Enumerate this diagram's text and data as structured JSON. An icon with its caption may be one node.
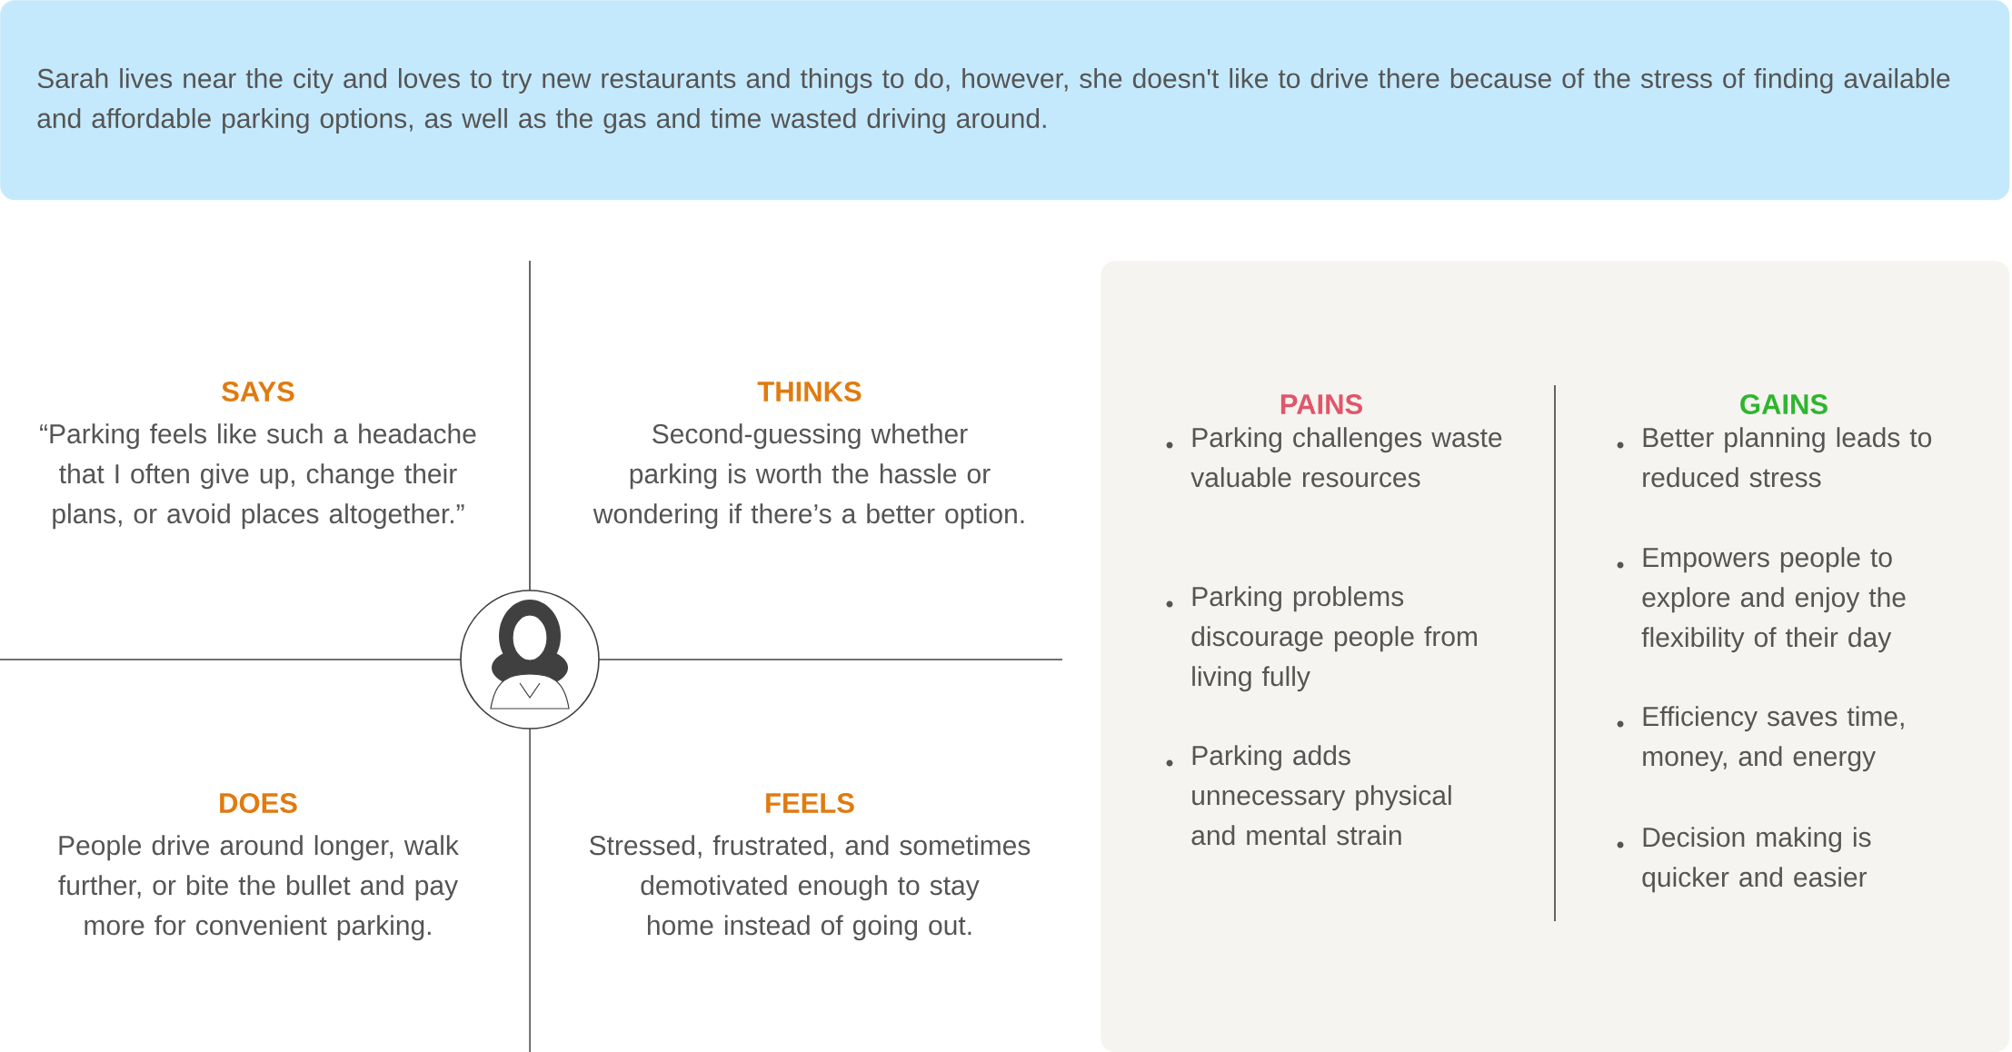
{
  "diagram": {
    "nodes": [
      {
        "text": [
          "Sarah lives near the city and loves to try new restaurants and things to do, however, she doesn't like to drive there because of the stress of finding available and affordable parking options, as well as the gas and time wasted driving around."
        ]
      },
      {
        "text": [
          "PAINS",
          "Parking challenges waste valuable resources",
          "Parking problems discourage people from living fully",
          "Parking adds unnecessary physical and mental strain",
          "GAINS",
          "Better planning leads to reduced stress",
          "Empowers people to explore and enjoy the flexibility of their day",
          "Efficiency saves time, money, and energy",
          "Decision making is quicker and easier"
        ]
      }
    ],
    "labels": [
      "SAYS",
      "“Parking feels like such a headache that I often give up, change their plans, or avoid places altogether.”",
      "THINKS",
      "Second-guessing whether parking is worth the hassle or wondering if there’s a better option.",
      "DOES",
      "People drive around longer, walk further, or bite the bullet and pay more for convenient parking.",
      "FEELS",
      "Stressed, frustrated, and sometimes demotivated enough to stay home instead of going out."
    ]
  }
}
